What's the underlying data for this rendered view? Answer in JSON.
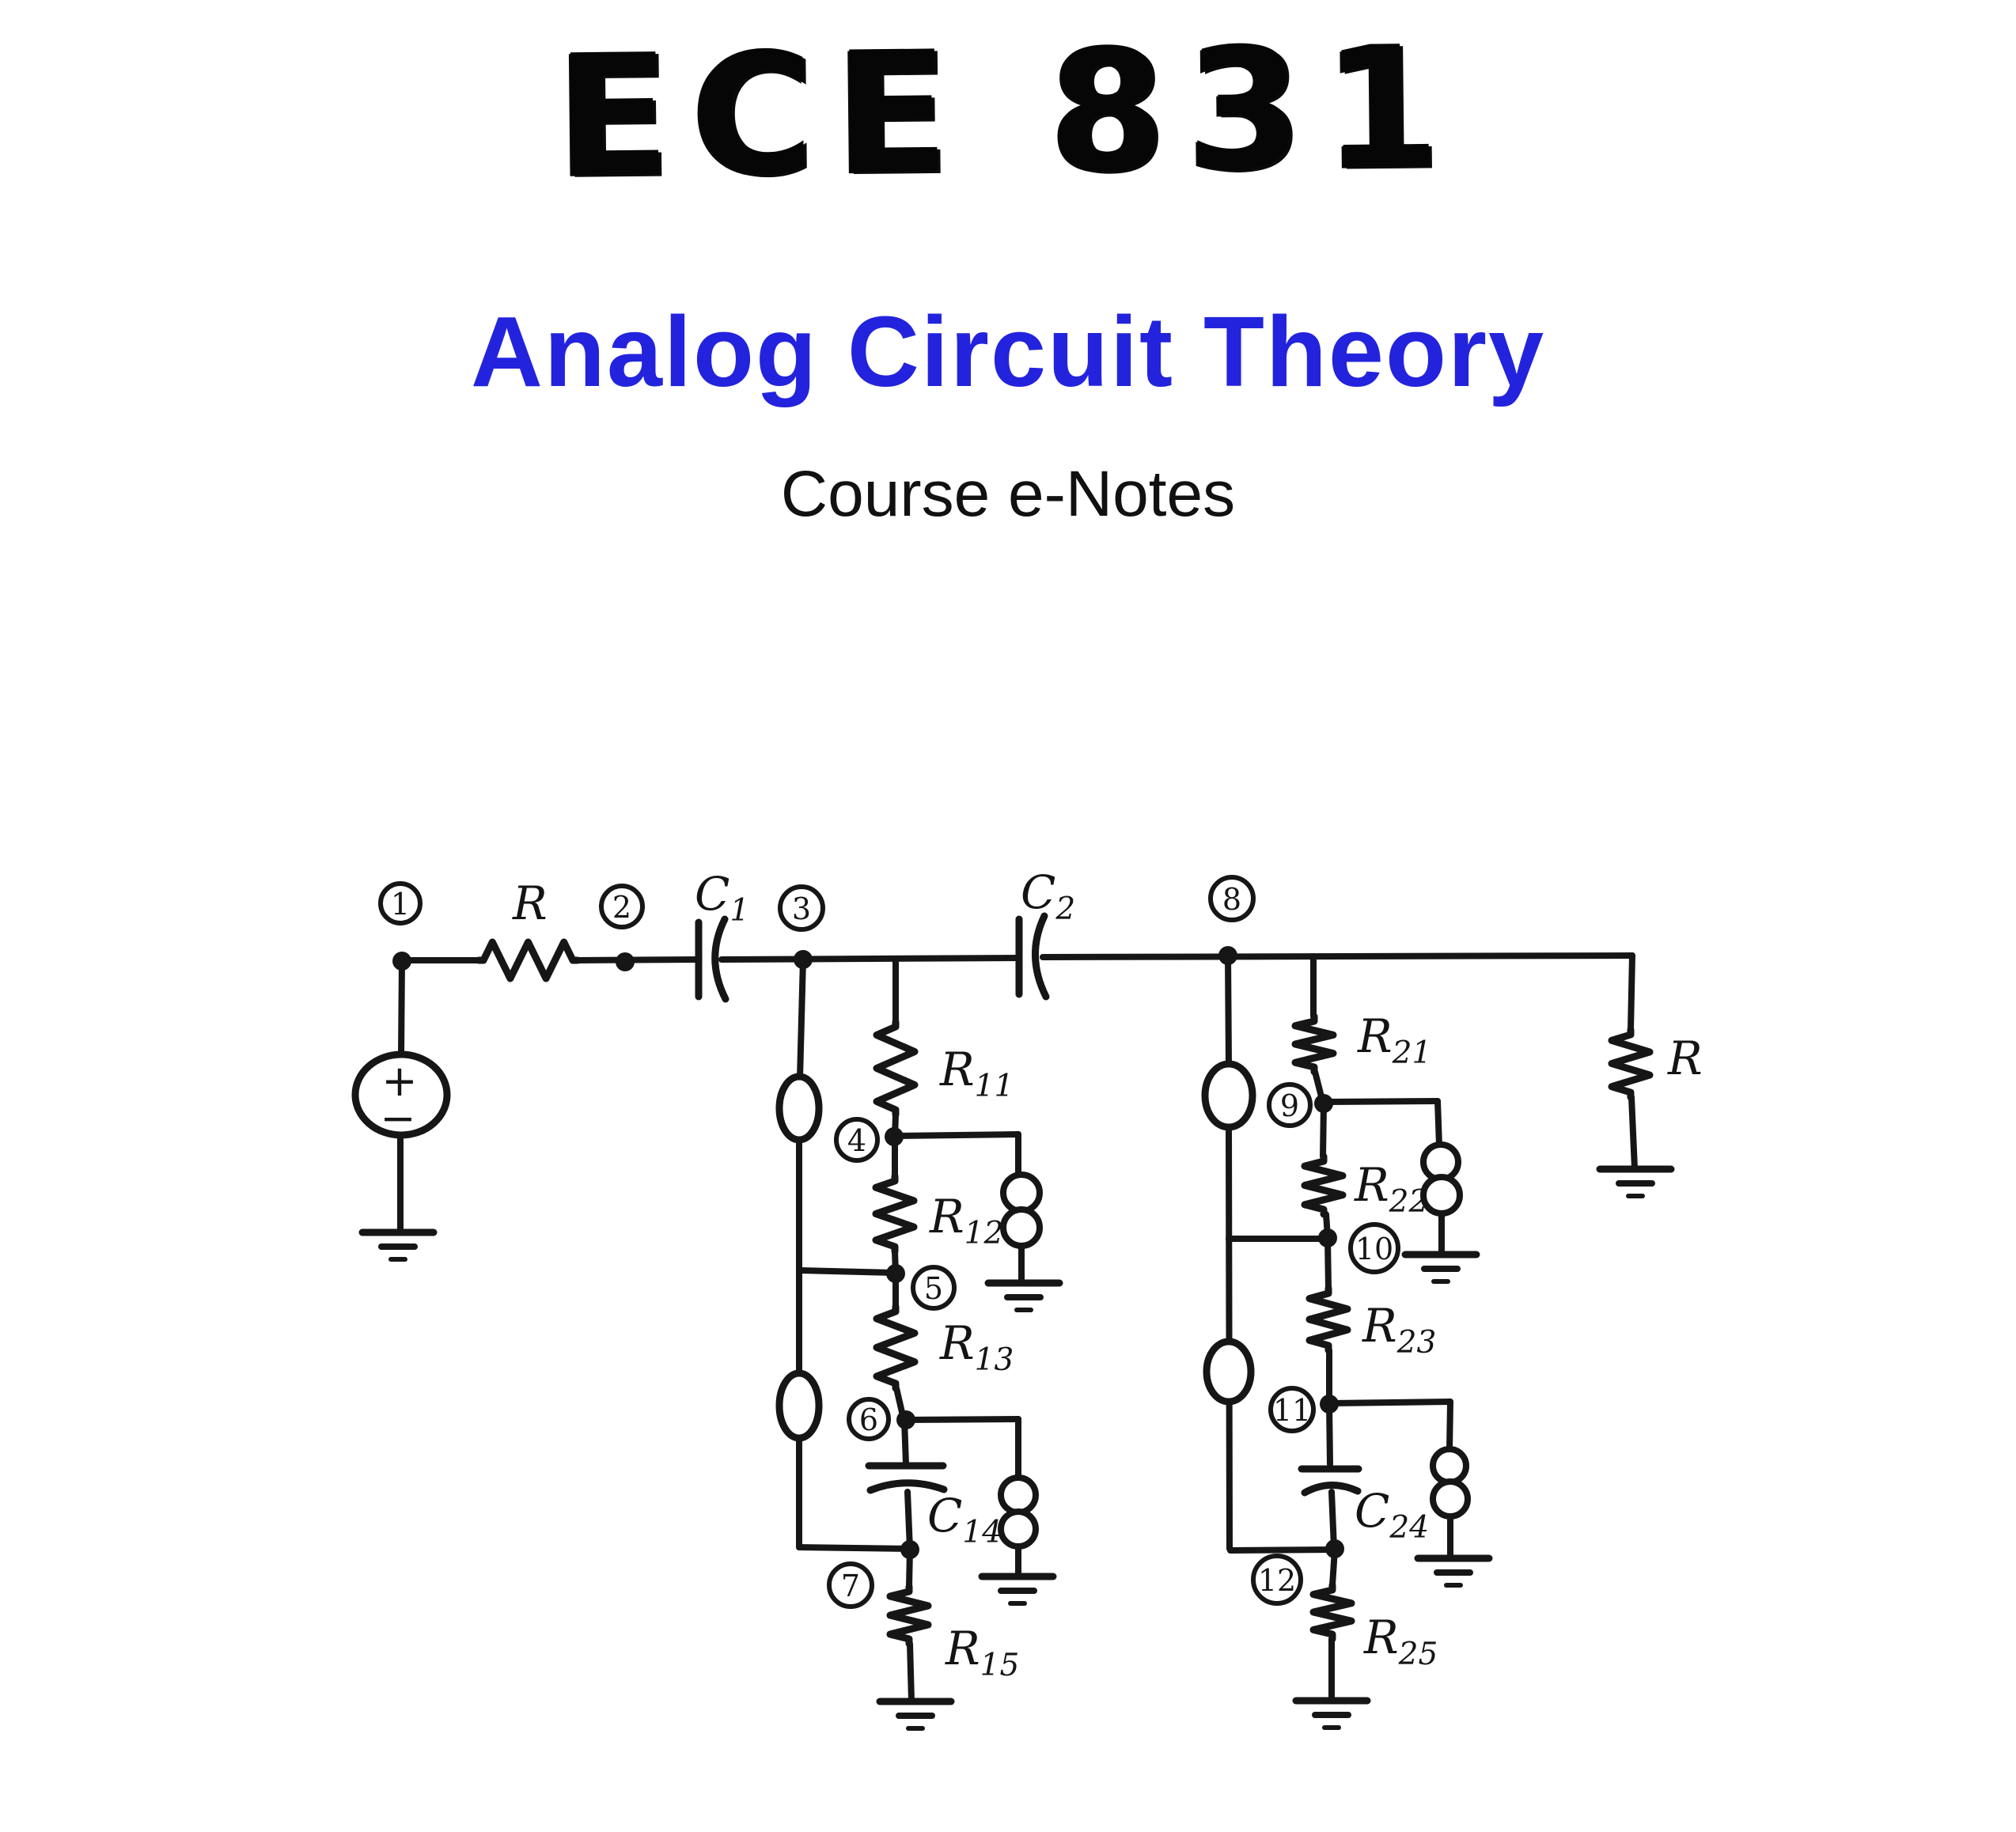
{
  "header": {
    "course_code": "ECE 831",
    "title": "Analog Circuit Theory",
    "subtitle": "Course e-Notes"
  },
  "colors": {
    "title_blue": "#2323dd",
    "ink": "#161616",
    "paper": "#ffffff"
  },
  "circuit": {
    "node_labels": {
      "n1": "1",
      "n2": "2",
      "n3": "3",
      "n4": "4",
      "n5": "5",
      "n6": "6",
      "n7": "7",
      "n8": "8",
      "n9": "9",
      "n10": "10",
      "n11": "11",
      "n12": "12"
    },
    "components": {
      "r_series": {
        "main": "R",
        "sub": ""
      },
      "c1": {
        "main": "C",
        "sub": "1"
      },
      "c2": {
        "main": "C",
        "sub": "2"
      },
      "r11": {
        "main": "R",
        "sub": "11"
      },
      "r12": {
        "main": "R",
        "sub": "12"
      },
      "r13": {
        "main": "R",
        "sub": "13"
      },
      "c14": {
        "main": "C",
        "sub": "14"
      },
      "r15": {
        "main": "R",
        "sub": "15"
      },
      "r21": {
        "main": "R",
        "sub": "21"
      },
      "r22": {
        "main": "R",
        "sub": "22"
      },
      "r23": {
        "main": "R",
        "sub": "23"
      },
      "c24": {
        "main": "C",
        "sub": "24"
      },
      "r25": {
        "main": "R",
        "sub": "25"
      },
      "r_load": {
        "main": "R",
        "sub": ""
      }
    },
    "voltage_source": {
      "plus": "+",
      "minus": "−"
    }
  }
}
